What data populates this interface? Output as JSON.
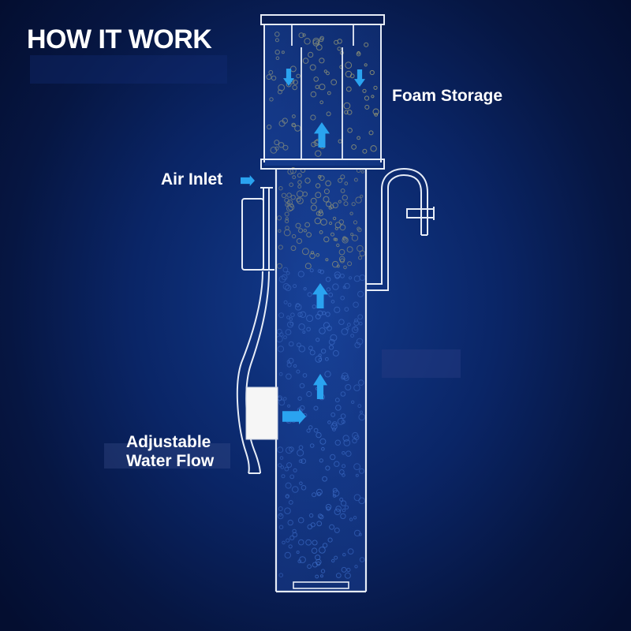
{
  "title": "HOW IT WORK",
  "labels": {
    "foam_storage": "Foam Storage",
    "air_inlet": "Air Inlet",
    "water_flow_line1": "Adjustable",
    "water_flow_line2": "Water Flow"
  },
  "colors": {
    "arrow": "#2aa3f0",
    "outline": "#e6ecf7",
    "bubble_yellow": "#c9b75a",
    "bubble_blue": "#4a7ad0",
    "pump_fill": "#f6f6f6"
  },
  "diagram": {
    "nodes": [
      {
        "id": "foam-cup",
        "label": "Foam Storage"
      },
      {
        "id": "air-inlet",
        "label": "Air Inlet"
      },
      {
        "id": "pump",
        "label": "Adjustable Water Flow"
      },
      {
        "id": "main-tube"
      },
      {
        "id": "outlet-pipe"
      }
    ],
    "edges": [
      {
        "from": "air-inlet",
        "to": "main-tube"
      },
      {
        "from": "pump",
        "to": "main-tube"
      },
      {
        "from": "main-tube",
        "to": "foam-cup"
      }
    ]
  }
}
